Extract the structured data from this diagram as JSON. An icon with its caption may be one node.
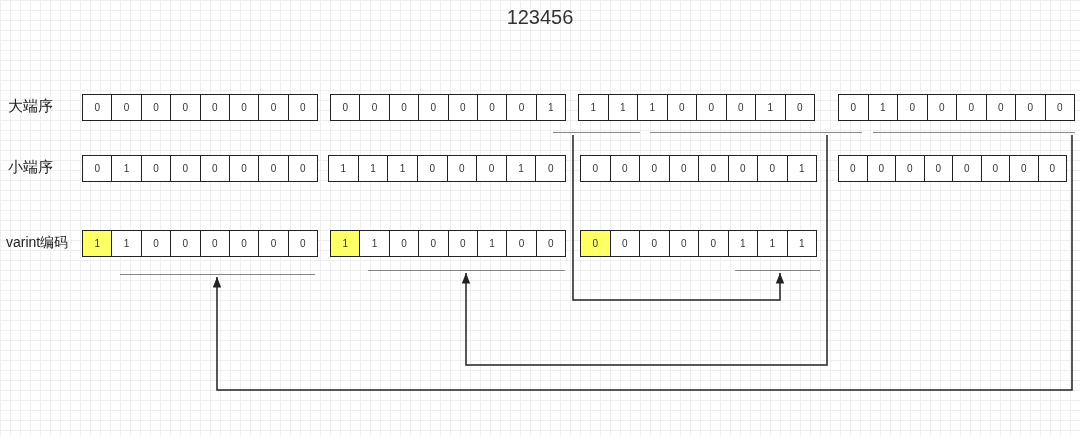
{
  "diagram": {
    "title": "123456",
    "nodes": [
      {
        "text": [
          "0",
          "0",
          "0",
          "0",
          "0",
          "0",
          "0",
          "0"
        ]
      },
      {
        "text": [
          "0",
          "0",
          "0",
          "0",
          "0",
          "0",
          "0",
          "1"
        ]
      },
      {
        "text": [
          "1",
          "1",
          "1",
          "0",
          "0",
          "0",
          "1",
          "0"
        ]
      },
      {
        "text": [
          "0",
          "1",
          "0",
          "0",
          "0",
          "0",
          "0",
          "0"
        ]
      },
      {
        "text": [],
        "shape": "line"
      },
      {
        "text": [],
        "shape": "line"
      },
      {
        "text": [],
        "shape": "line"
      },
      {
        "text": [
          "0",
          "1",
          "0",
          "0",
          "0",
          "0",
          "0",
          "0"
        ]
      },
      {
        "text": [
          "1",
          "1",
          "1",
          "0",
          "0",
          "0",
          "1",
          "0"
        ]
      },
      {
        "text": [
          "0",
          "0",
          "0",
          "0",
          "0",
          "0",
          "0",
          "1"
        ]
      },
      {
        "text": [
          "0",
          "0",
          "0",
          "0",
          "0",
          "0",
          "0",
          "0"
        ]
      },
      {
        "text": [
          "1",
          "1",
          "0",
          "0",
          "0",
          "0",
          "0",
          "0"
        ]
      },
      {
        "text": [
          "1",
          "1",
          "0",
          "0",
          "0",
          "1",
          "0",
          "0"
        ]
      },
      {
        "text": [
          "0",
          "0",
          "0",
          "0",
          "0",
          "1",
          "1",
          "1"
        ]
      },
      {
        "text": [],
        "shape": "line"
      },
      {
        "text": [],
        "shape": "line"
      },
      {
        "text": [],
        "shape": "line"
      }
    ],
    "edges": [
      {
        "from": 4,
        "to": 16,
        "arrow": "to"
      },
      {
        "from": 5,
        "to": 15,
        "arrow": "to"
      },
      {
        "from": 6,
        "to": 14,
        "arrow": "to"
      }
    ],
    "labels": [
      "大端序",
      "小端序",
      "varint编码"
    ]
  }
}
